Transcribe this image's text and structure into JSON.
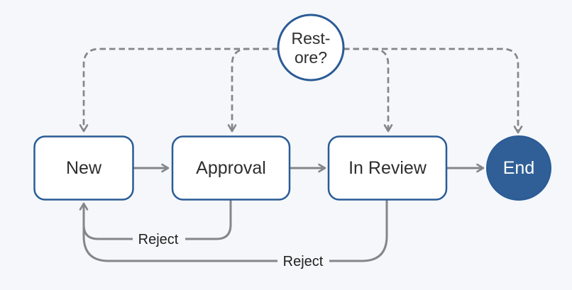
{
  "diagram": {
    "title": "workflow-state-diagram",
    "background": "#f5f7fa",
    "colors": {
      "node_border": "#2a5b96",
      "node_fill": "#ffffff",
      "end_fill": "#2f5f96",
      "edge_gray": "#85868c",
      "label_text": "#2e2e2e",
      "end_text": "#ffffff"
    },
    "nodes": {
      "new": {
        "label": "New",
        "shape": "rounded-rect"
      },
      "approval": {
        "label": "Approval",
        "shape": "rounded-rect"
      },
      "in_review": {
        "label": "In Review",
        "shape": "rounded-rect"
      },
      "end": {
        "label": "End",
        "shape": "circle-filled"
      },
      "restore": {
        "line1": "Rest-",
        "line2": "ore?",
        "shape": "circle-outline"
      }
    },
    "edges": {
      "new_to_approval": {
        "label": "",
        "style": "solid-arrow"
      },
      "approval_to_in_review": {
        "label": "",
        "style": "solid-arrow"
      },
      "in_review_to_end": {
        "label": "",
        "style": "solid-arrow"
      },
      "approval_reject": {
        "label": "Reject",
        "style": "solid-curved-arrow"
      },
      "in_review_reject": {
        "label": "Reject",
        "style": "solid-curved-arrow"
      },
      "restore_to_new": {
        "label": "",
        "style": "dashed-arrow"
      },
      "restore_to_approval": {
        "label": "",
        "style": "dashed-arrow"
      },
      "restore_to_in_review": {
        "label": "",
        "style": "dashed-arrow"
      },
      "restore_to_end": {
        "label": "",
        "style": "dashed-arrow"
      }
    }
  }
}
